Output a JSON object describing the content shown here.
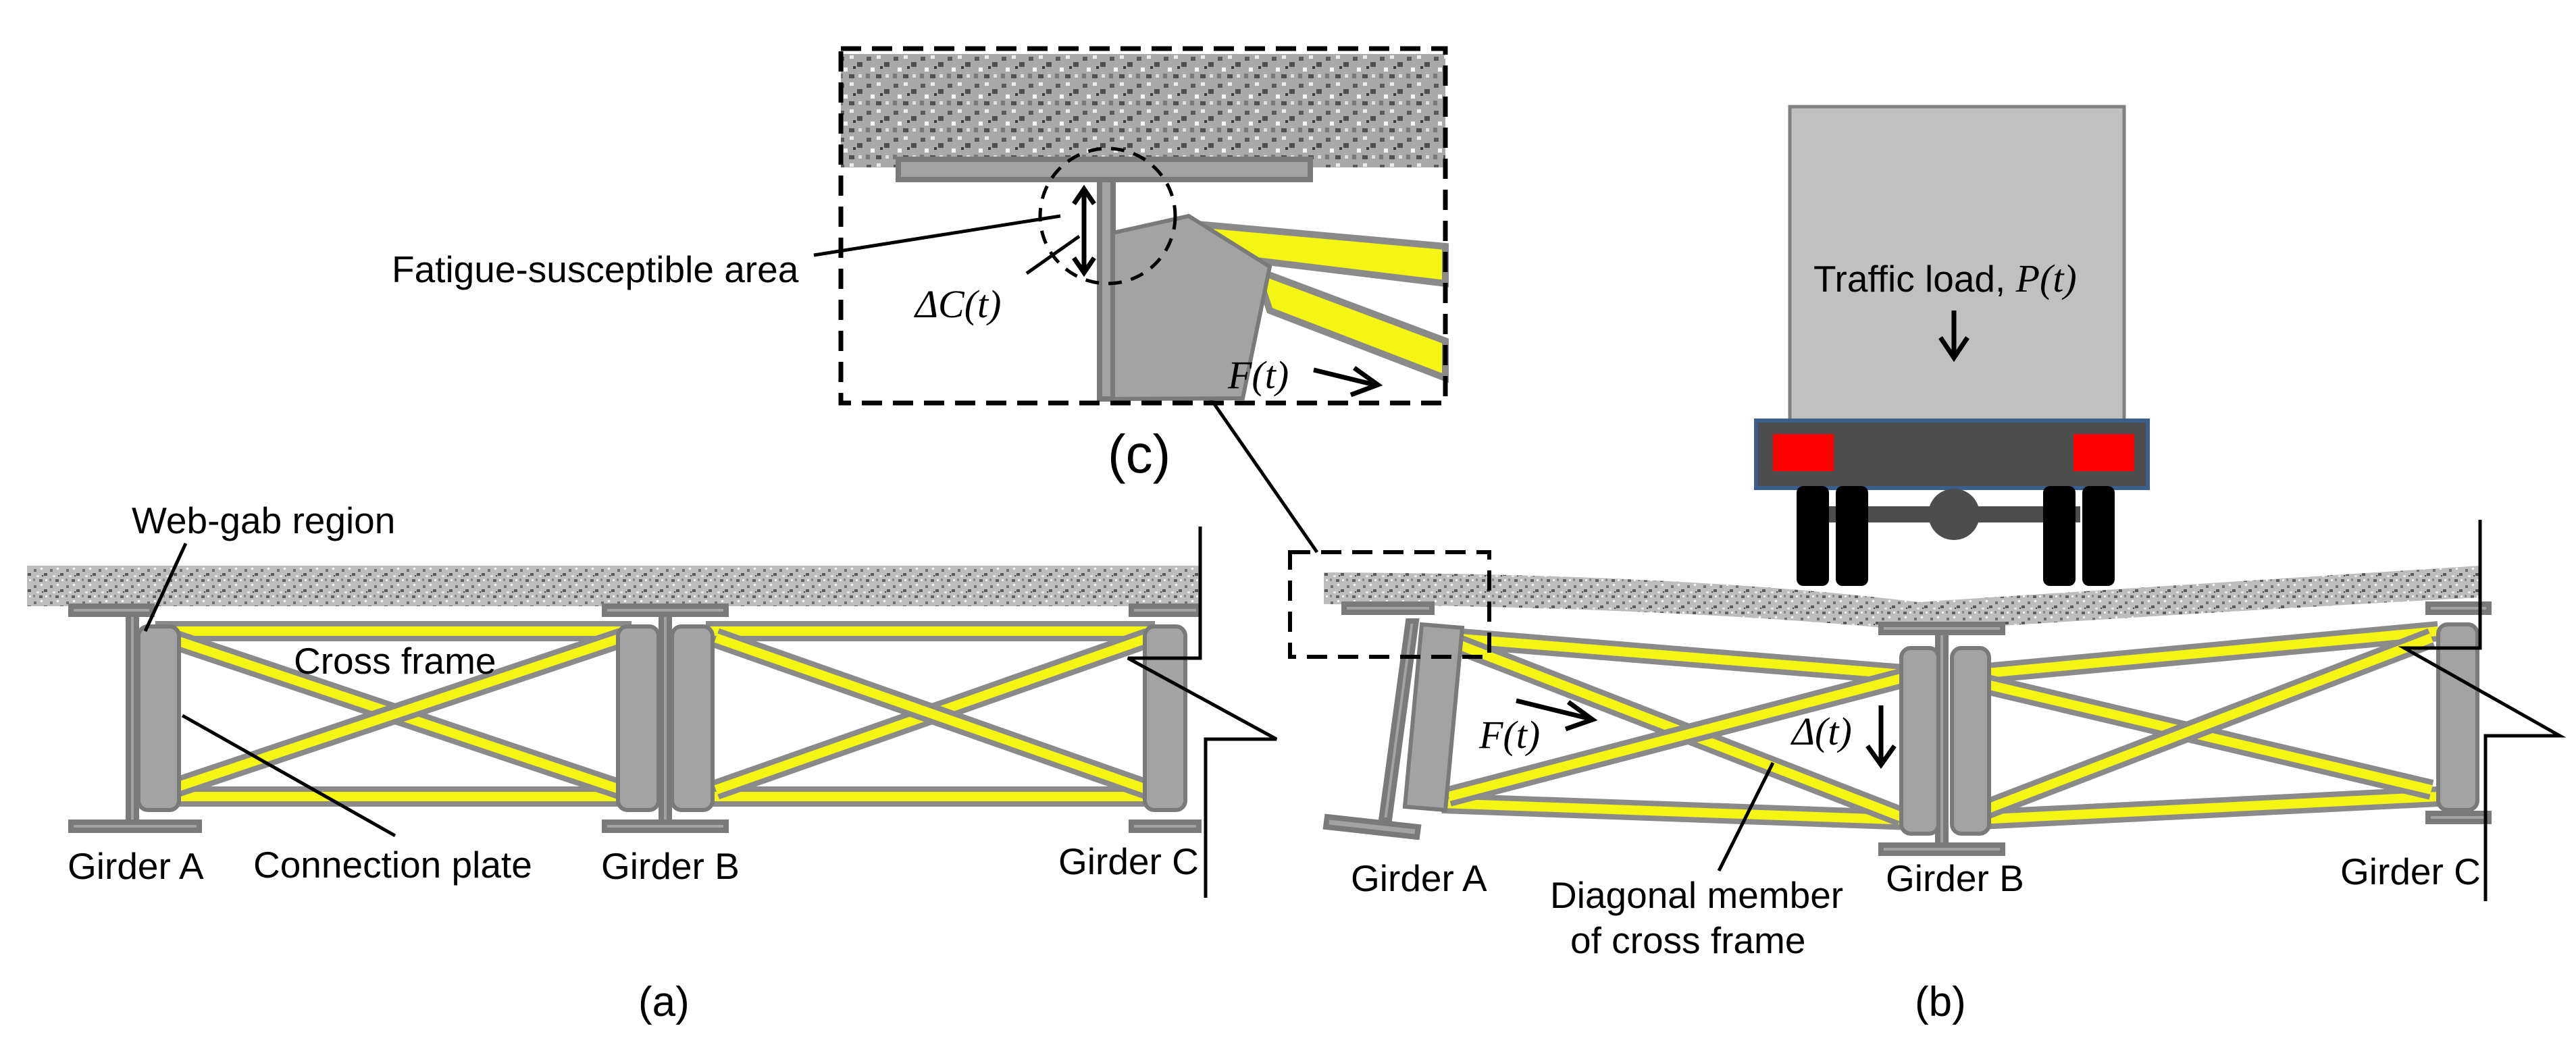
{
  "panel_a": {
    "label": "(a)",
    "callouts": {
      "web_gap": "Web-gab region",
      "cross_frame": "Cross frame",
      "connection_plate": "Connection plate"
    },
    "girders": [
      "Girder A",
      "Girder B",
      "Girder C"
    ]
  },
  "panel_b": {
    "label": "(b)",
    "traffic_load": "Traffic load, ",
    "traffic_load_symbol": "P(t)",
    "force": "F(t)",
    "deflection": "Δ(t)",
    "diagonal_member_line1": "Diagonal member",
    "diagonal_member_line2": "of cross frame",
    "girders": [
      "Girder A",
      "Girder B",
      "Girder C"
    ]
  },
  "panel_c": {
    "label": "(c)",
    "fatigue_area": "Fatigue-susceptible area",
    "gap_change": "ΔC(t)",
    "force": "F(t)"
  },
  "colors": {
    "cross_frame": "#f5f514",
    "steel": "#a3a3a3",
    "deck": "#bdbdbd",
    "truck_body": "#c0c0c0",
    "truck_chassis": "#4d4d4d",
    "tail_light": "#ff0000",
    "wheel": "#000000"
  }
}
